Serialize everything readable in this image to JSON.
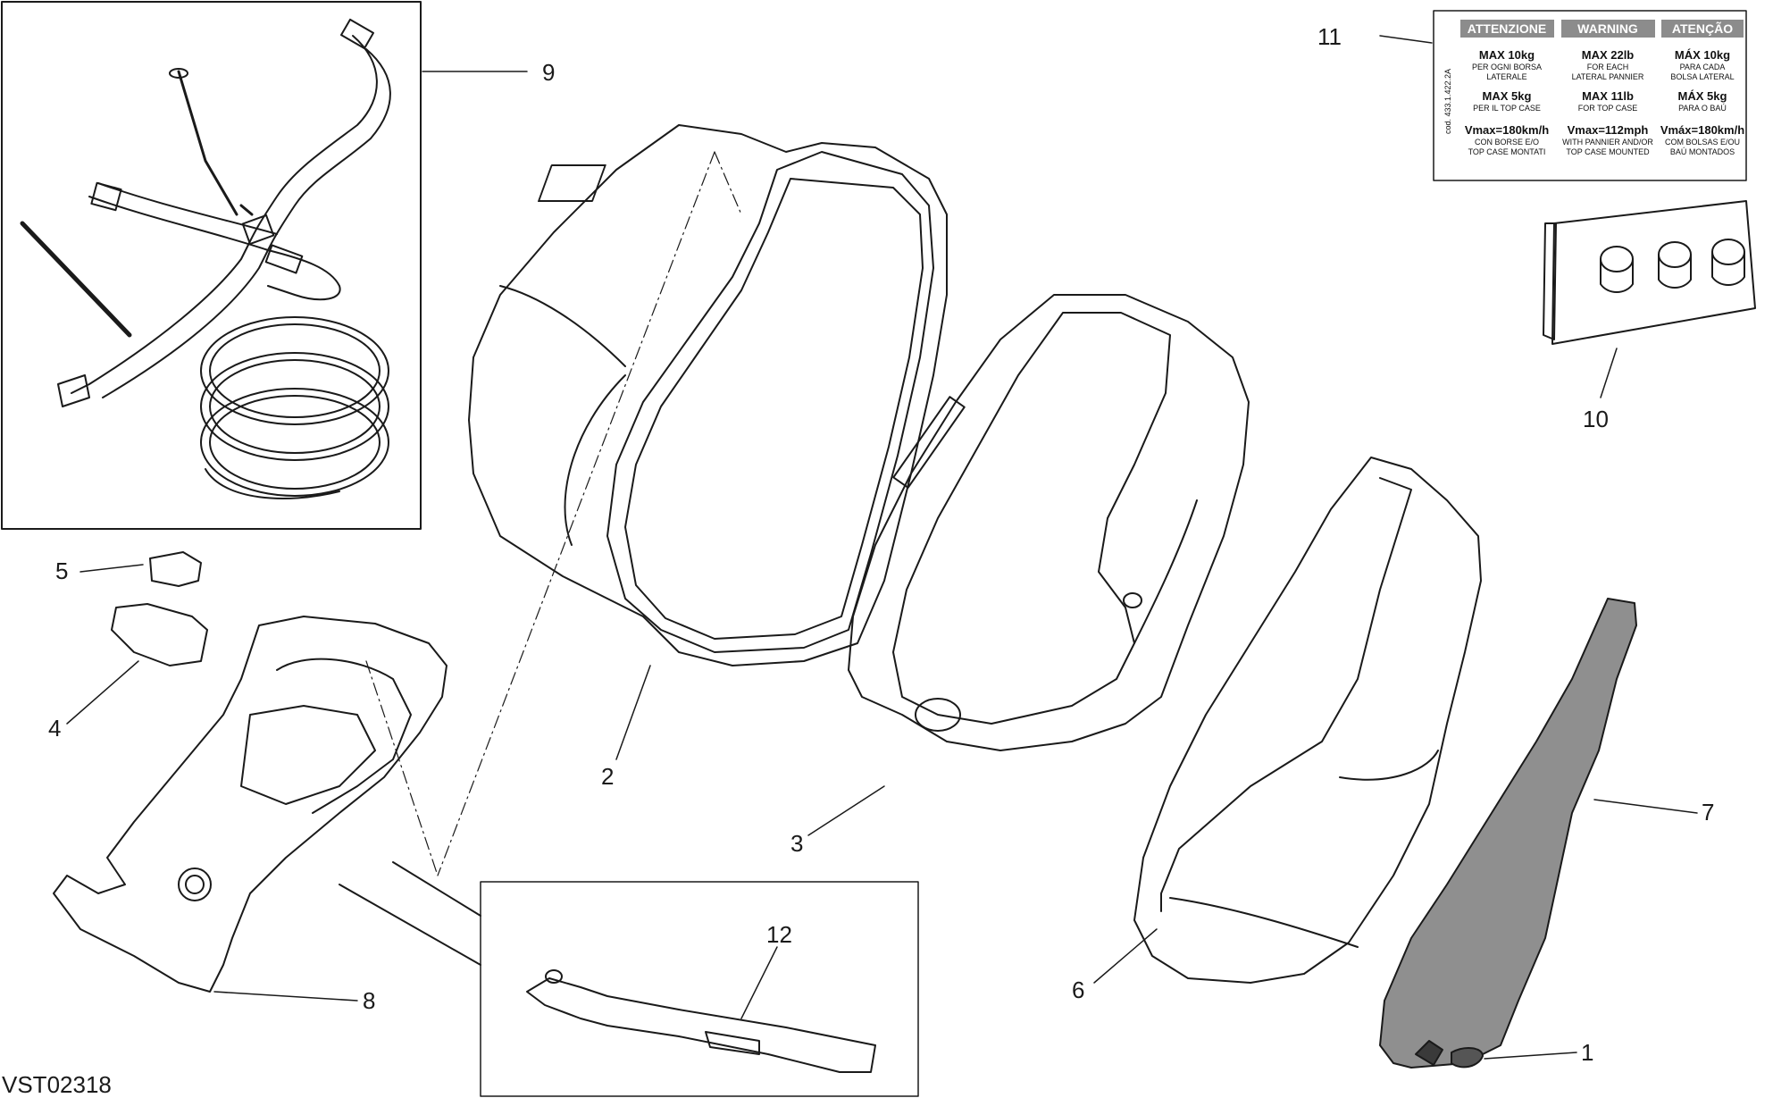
{
  "diagram": {
    "code": "VST02318",
    "callouts": {
      "c1": "1",
      "c2": "2",
      "c3": "3",
      "c4": "4",
      "c5": "5",
      "c6": "6",
      "c7": "7",
      "c8": "8",
      "c9": "9",
      "c10": "10",
      "c11": "11",
      "c12": "12"
    },
    "warning_label": {
      "code": "cod. 433.1.422.2A",
      "columns": [
        {
          "header": "ATTENZIONE",
          "max_pannier": "MAX 10kg",
          "max_pannier_desc_1": "PER OGNI BORSA",
          "max_pannier_desc_2": "LATERALE",
          "max_top": "MAX 5kg",
          "max_top_desc": "PER IL TOP CASE",
          "vmax": "Vmax=180km/h",
          "vmax_desc_1": "CON BORSE E/O",
          "vmax_desc_2": "TOP CASE MONTATI"
        },
        {
          "header": "WARNING",
          "max_pannier": "MAX 22lb",
          "max_pannier_desc_1": "FOR EACH",
          "max_pannier_desc_2": "LATERAL PANNIER",
          "max_top": "MAX 11lb",
          "max_top_desc": "FOR TOP CASE",
          "vmax": "Vmax=112mph",
          "vmax_desc_1": "WITH PANNIER AND/OR",
          "vmax_desc_2": "TOP CASE MOUNTED"
        },
        {
          "header": "ATENÇÃO",
          "max_pannier": "MÁX 10kg",
          "max_pannier_desc_1": "PARA CADA",
          "max_pannier_desc_2": "BOLSA LATERAL",
          "max_top": "MÁX 5kg",
          "max_top_desc": "PARA O BAÚ",
          "vmax": "Vmáx=180km/h",
          "vmax_desc_1": "COM BOLSAS E/OU",
          "vmax_desc_2": "BAÚ MONTADOS"
        }
      ]
    }
  }
}
